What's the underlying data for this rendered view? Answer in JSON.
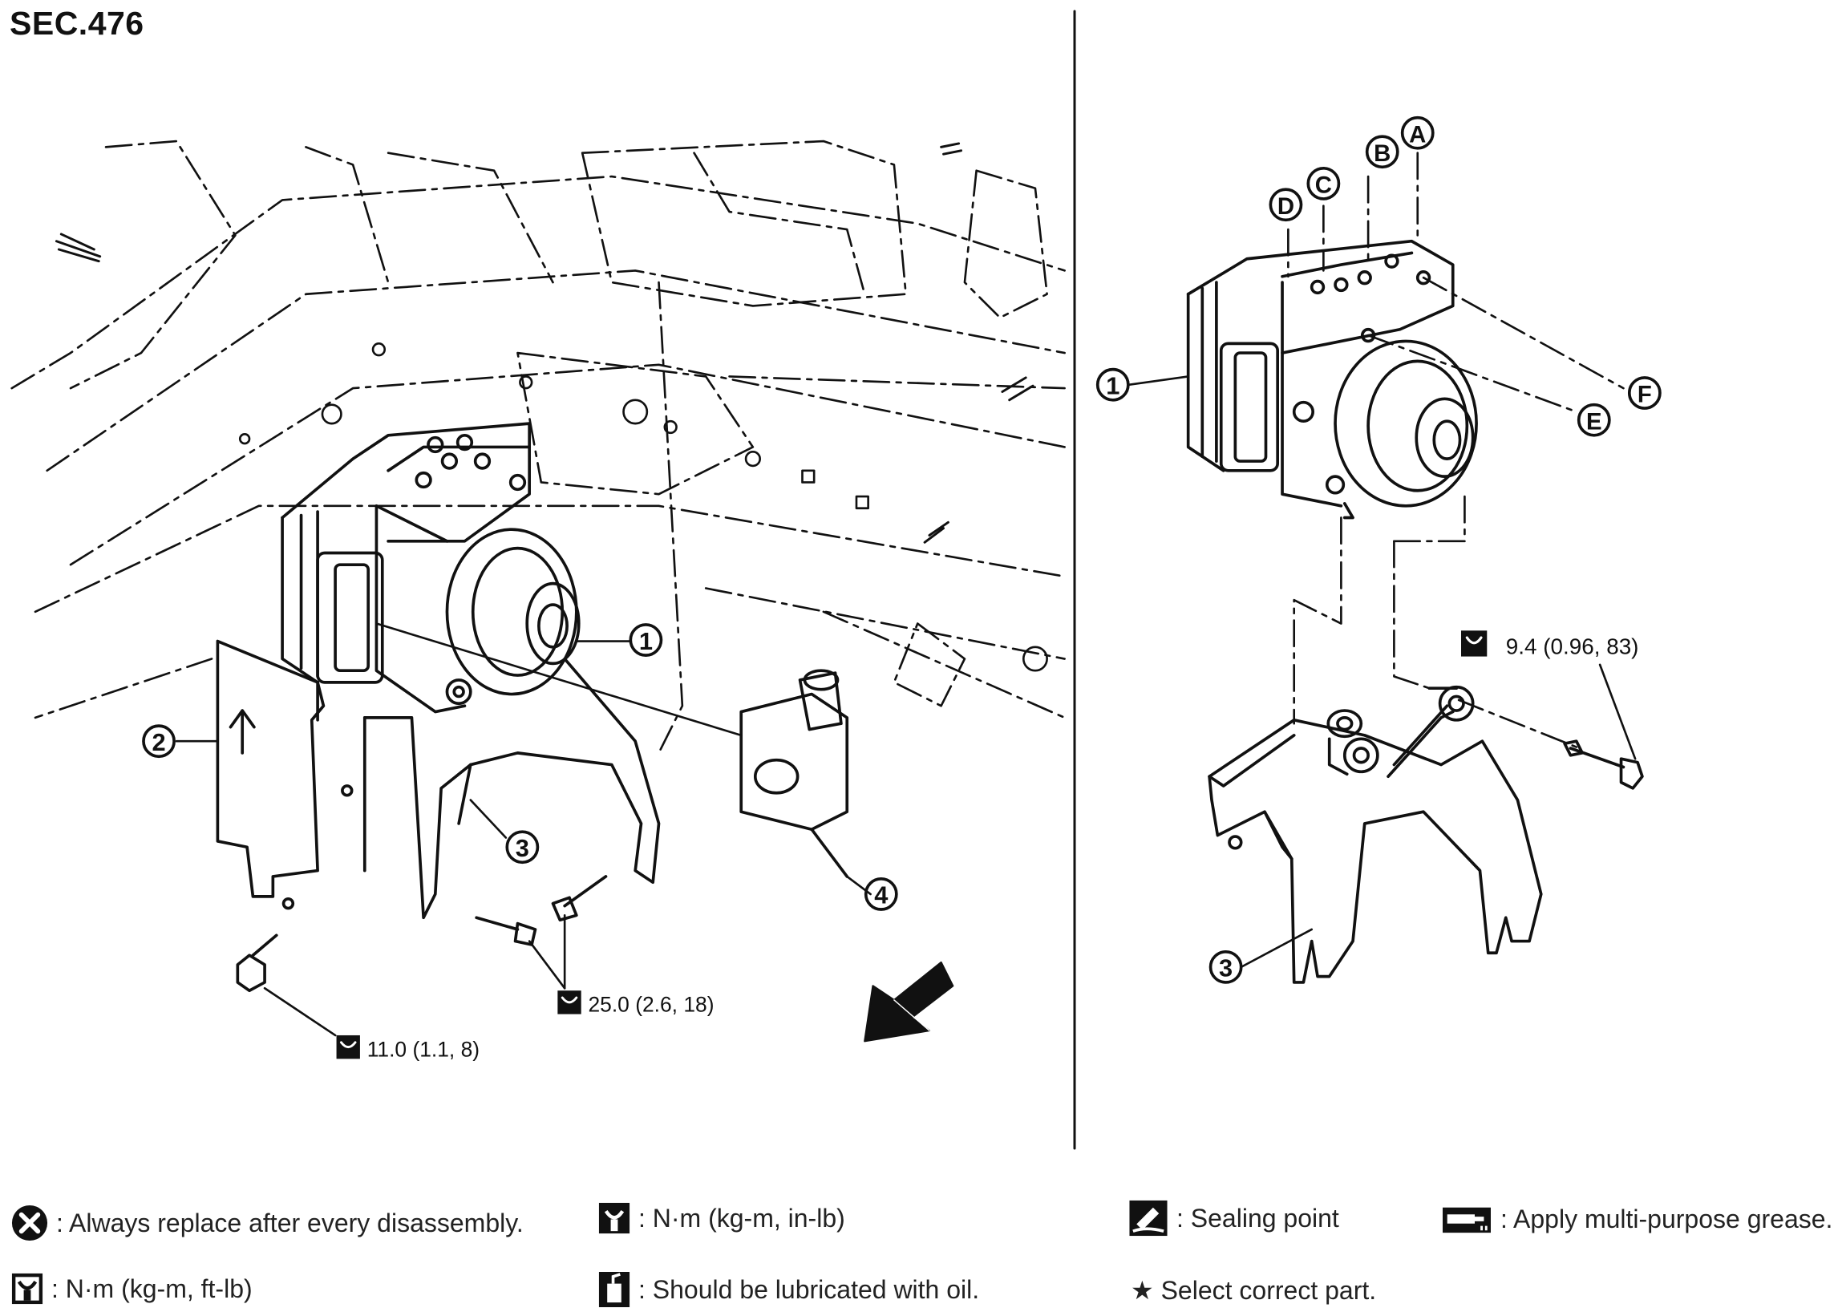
{
  "section_code": "SEC.476",
  "left_view": {
    "callouts": [
      "1",
      "2",
      "3",
      "4"
    ],
    "torque_bracket_bolts": "25.0 (2.6, 18)",
    "torque_lower_bolt": "11.0 (1.1, 8)"
  },
  "right_view": {
    "callouts_numbers": [
      "1",
      "3"
    ],
    "port_labels": [
      "A",
      "B",
      "C",
      "D",
      "E",
      "F"
    ],
    "torque_side_bolt": "9.4 (0.96, 83)"
  },
  "legend": [
    {
      "icon": "replace-x-icon",
      "text": ": Always replace after every disassembly."
    },
    {
      "icon": "torque-wrench-inlb-icon",
      "text": ": N·m (kg-m, in-lb)"
    },
    {
      "icon": "sealing-point-icon",
      "text": ": Sealing point"
    },
    {
      "icon": "grease-tube-icon",
      "text": ": Apply multi-purpose grease."
    },
    {
      "icon": "torque-wrench-ftlb-icon",
      "text": ": N·m (kg-m, ft-lb)"
    },
    {
      "icon": "oil-can-icon",
      "text": ": Should be lubricated with oil."
    },
    {
      "icon": "star-icon",
      "text": "★ Select correct part."
    }
  ]
}
